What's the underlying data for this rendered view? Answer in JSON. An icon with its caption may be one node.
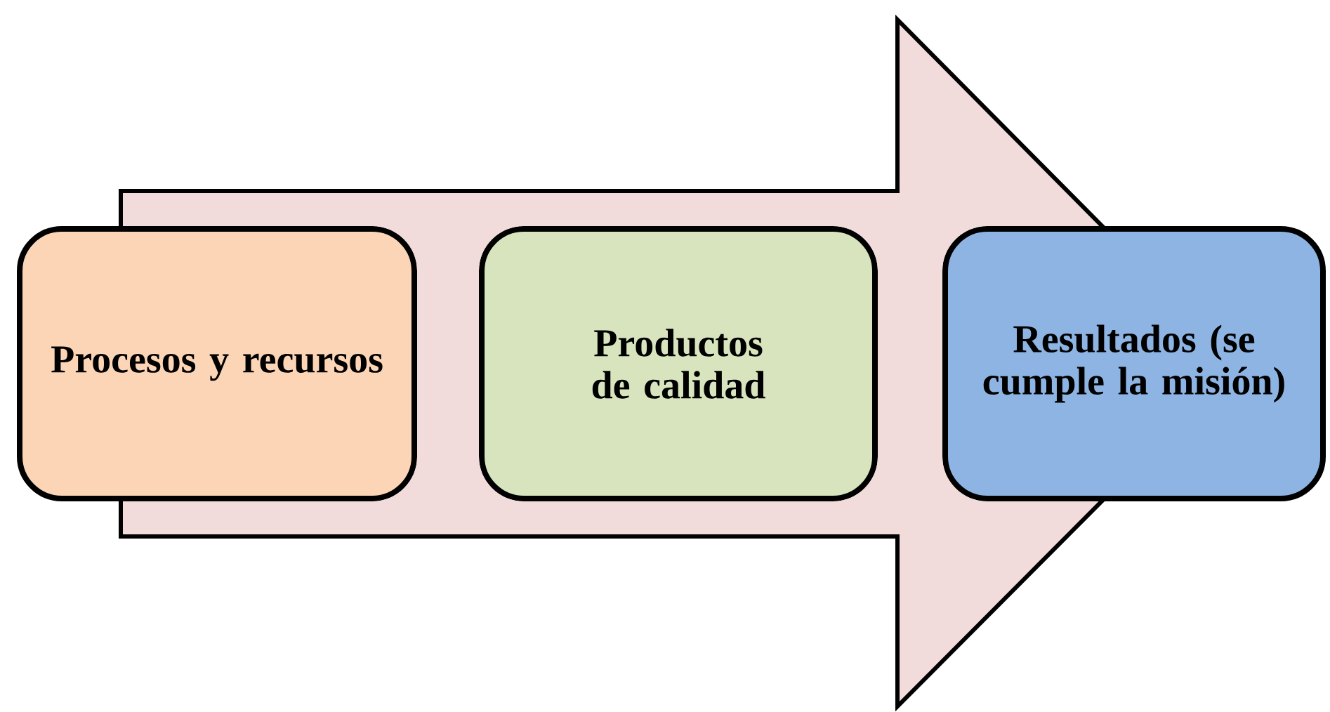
{
  "diagram": {
    "nodes": [
      {
        "text": [
          "Procesos y recursos"
        ]
      },
      {
        "text": [
          "Productos de calidad"
        ]
      },
      {
        "text": [
          "Resultados (se cumple la misión)"
        ]
      }
    ],
    "edges": [
      {
        "from": 0,
        "to": 2,
        "arrow": "to"
      }
    ]
  }
}
